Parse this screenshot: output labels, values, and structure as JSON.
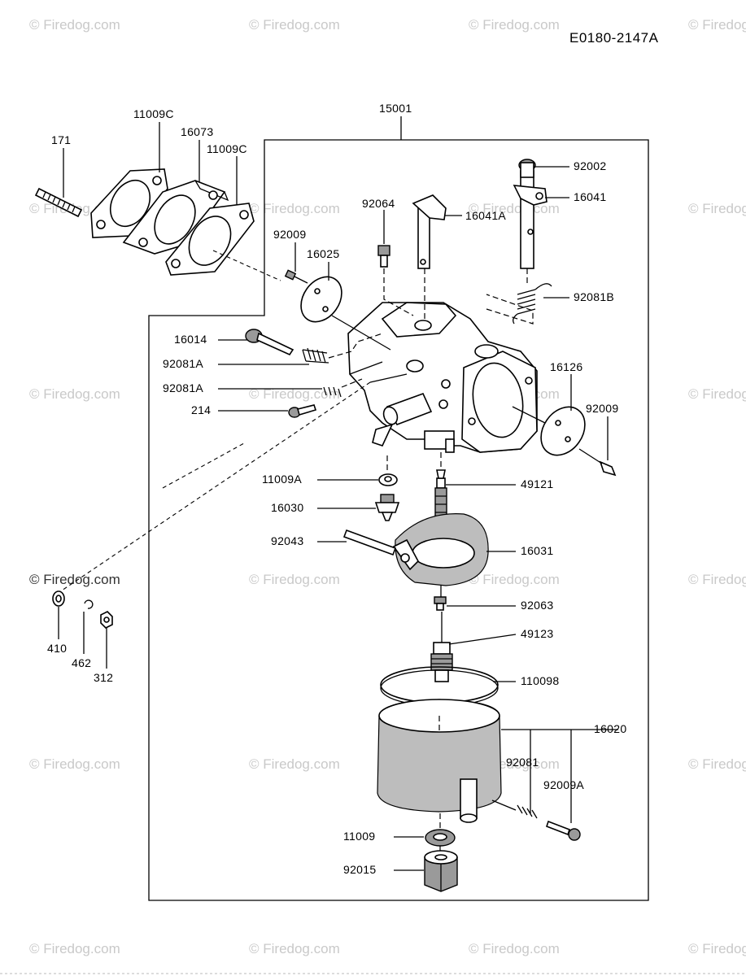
{
  "diagram_code": "E0180-2147A",
  "watermark": "© Firedog.com",
  "parts": [
    {
      "id": "15001"
    },
    {
      "id": "11009C"
    },
    {
      "id": "16073"
    },
    {
      "id": "11009C"
    },
    {
      "id": "171"
    },
    {
      "id": "92002"
    },
    {
      "id": "16041"
    },
    {
      "id": "92064"
    },
    {
      "id": "16041A"
    },
    {
      "id": "92009"
    },
    {
      "id": "16025"
    },
    {
      "id": "92081B"
    },
    {
      "id": "16014"
    },
    {
      "id": "92081A"
    },
    {
      "id": "92081A"
    },
    {
      "id": "16126"
    },
    {
      "id": "92009"
    },
    {
      "id": "214"
    },
    {
      "id": "11009A"
    },
    {
      "id": "49121"
    },
    {
      "id": "16030"
    },
    {
      "id": "92043"
    },
    {
      "id": "16031"
    },
    {
      "id": "410"
    },
    {
      "id": "462"
    },
    {
      "id": "312"
    },
    {
      "id": "92063"
    },
    {
      "id": "49123"
    },
    {
      "id": "110098"
    },
    {
      "id": "16020"
    },
    {
      "id": "92081"
    },
    {
      "id": "92009A"
    },
    {
      "id": "11009"
    },
    {
      "id": "92015"
    }
  ]
}
